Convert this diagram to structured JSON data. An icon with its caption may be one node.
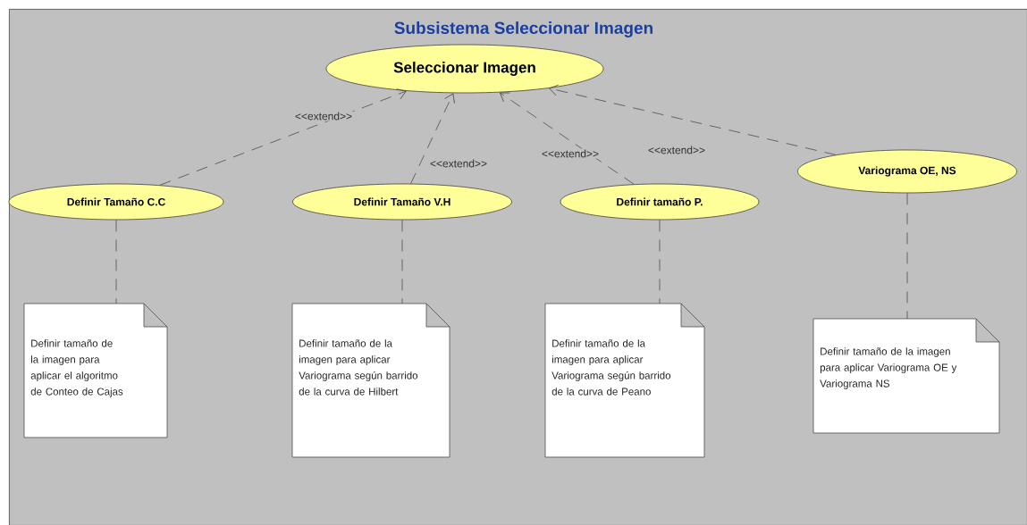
{
  "diagram": {
    "nodes": [
      {
        "text": [
          "Subsistema Seleccionar Imagen"
        ]
      },
      {
        "text": [
          "Seleccionar Imagen"
        ],
        "in": 0
      },
      {
        "text": [
          "Definir Tamaño C.C"
        ],
        "in": 0
      },
      {
        "text": [
          "Definir Tamaño V.H"
        ],
        "in": 0
      },
      {
        "text": [
          "Definir tamaño P."
        ],
        "in": 0
      },
      {
        "text": [
          "Variograma OE, NS"
        ],
        "in": 0
      },
      {
        "text": [
          "Definir tamaño de la imagen para aplicar el algoritmo de Conteo de Cajas"
        ],
        "in": 0
      },
      {
        "text": [
          "Definir tamaño de la imagen para aplicar Variograma según barrido de la curva de Hilbert"
        ],
        "in": 0
      },
      {
        "text": [
          "Definir tamaño de la imagen para aplicar Variograma según barrido de la curva de Peano"
        ],
        "in": 0
      },
      {
        "text": [
          "Definir tamaño de la imagen para aplicar Variograma OE y Variograma NS"
        ],
        "in": 0
      }
    ],
    "edges": [
      {
        "from": 2,
        "to": 1,
        "arrow": "to",
        "style": "dashed",
        "label": "<<extend>>"
      },
      {
        "from": 3,
        "to": 1,
        "arrow": "to",
        "style": "dashed",
        "label": "<<extend>>"
      },
      {
        "from": 4,
        "to": 1,
        "arrow": "to",
        "style": "dashed",
        "label": "<<extend>>"
      },
      {
        "from": 5,
        "to": 1,
        "arrow": "to",
        "style": "dashed",
        "label": "<<extend>>"
      },
      {
        "from": 2,
        "to": 6,
        "arrow": "none",
        "style": "dashed"
      },
      {
        "from": 3,
        "to": 7,
        "arrow": "none",
        "style": "dashed"
      },
      {
        "from": 4,
        "to": 8,
        "arrow": "none",
        "style": "dashed"
      },
      {
        "from": 5,
        "to": 9,
        "arrow": "none",
        "style": "dashed"
      }
    ]
  }
}
